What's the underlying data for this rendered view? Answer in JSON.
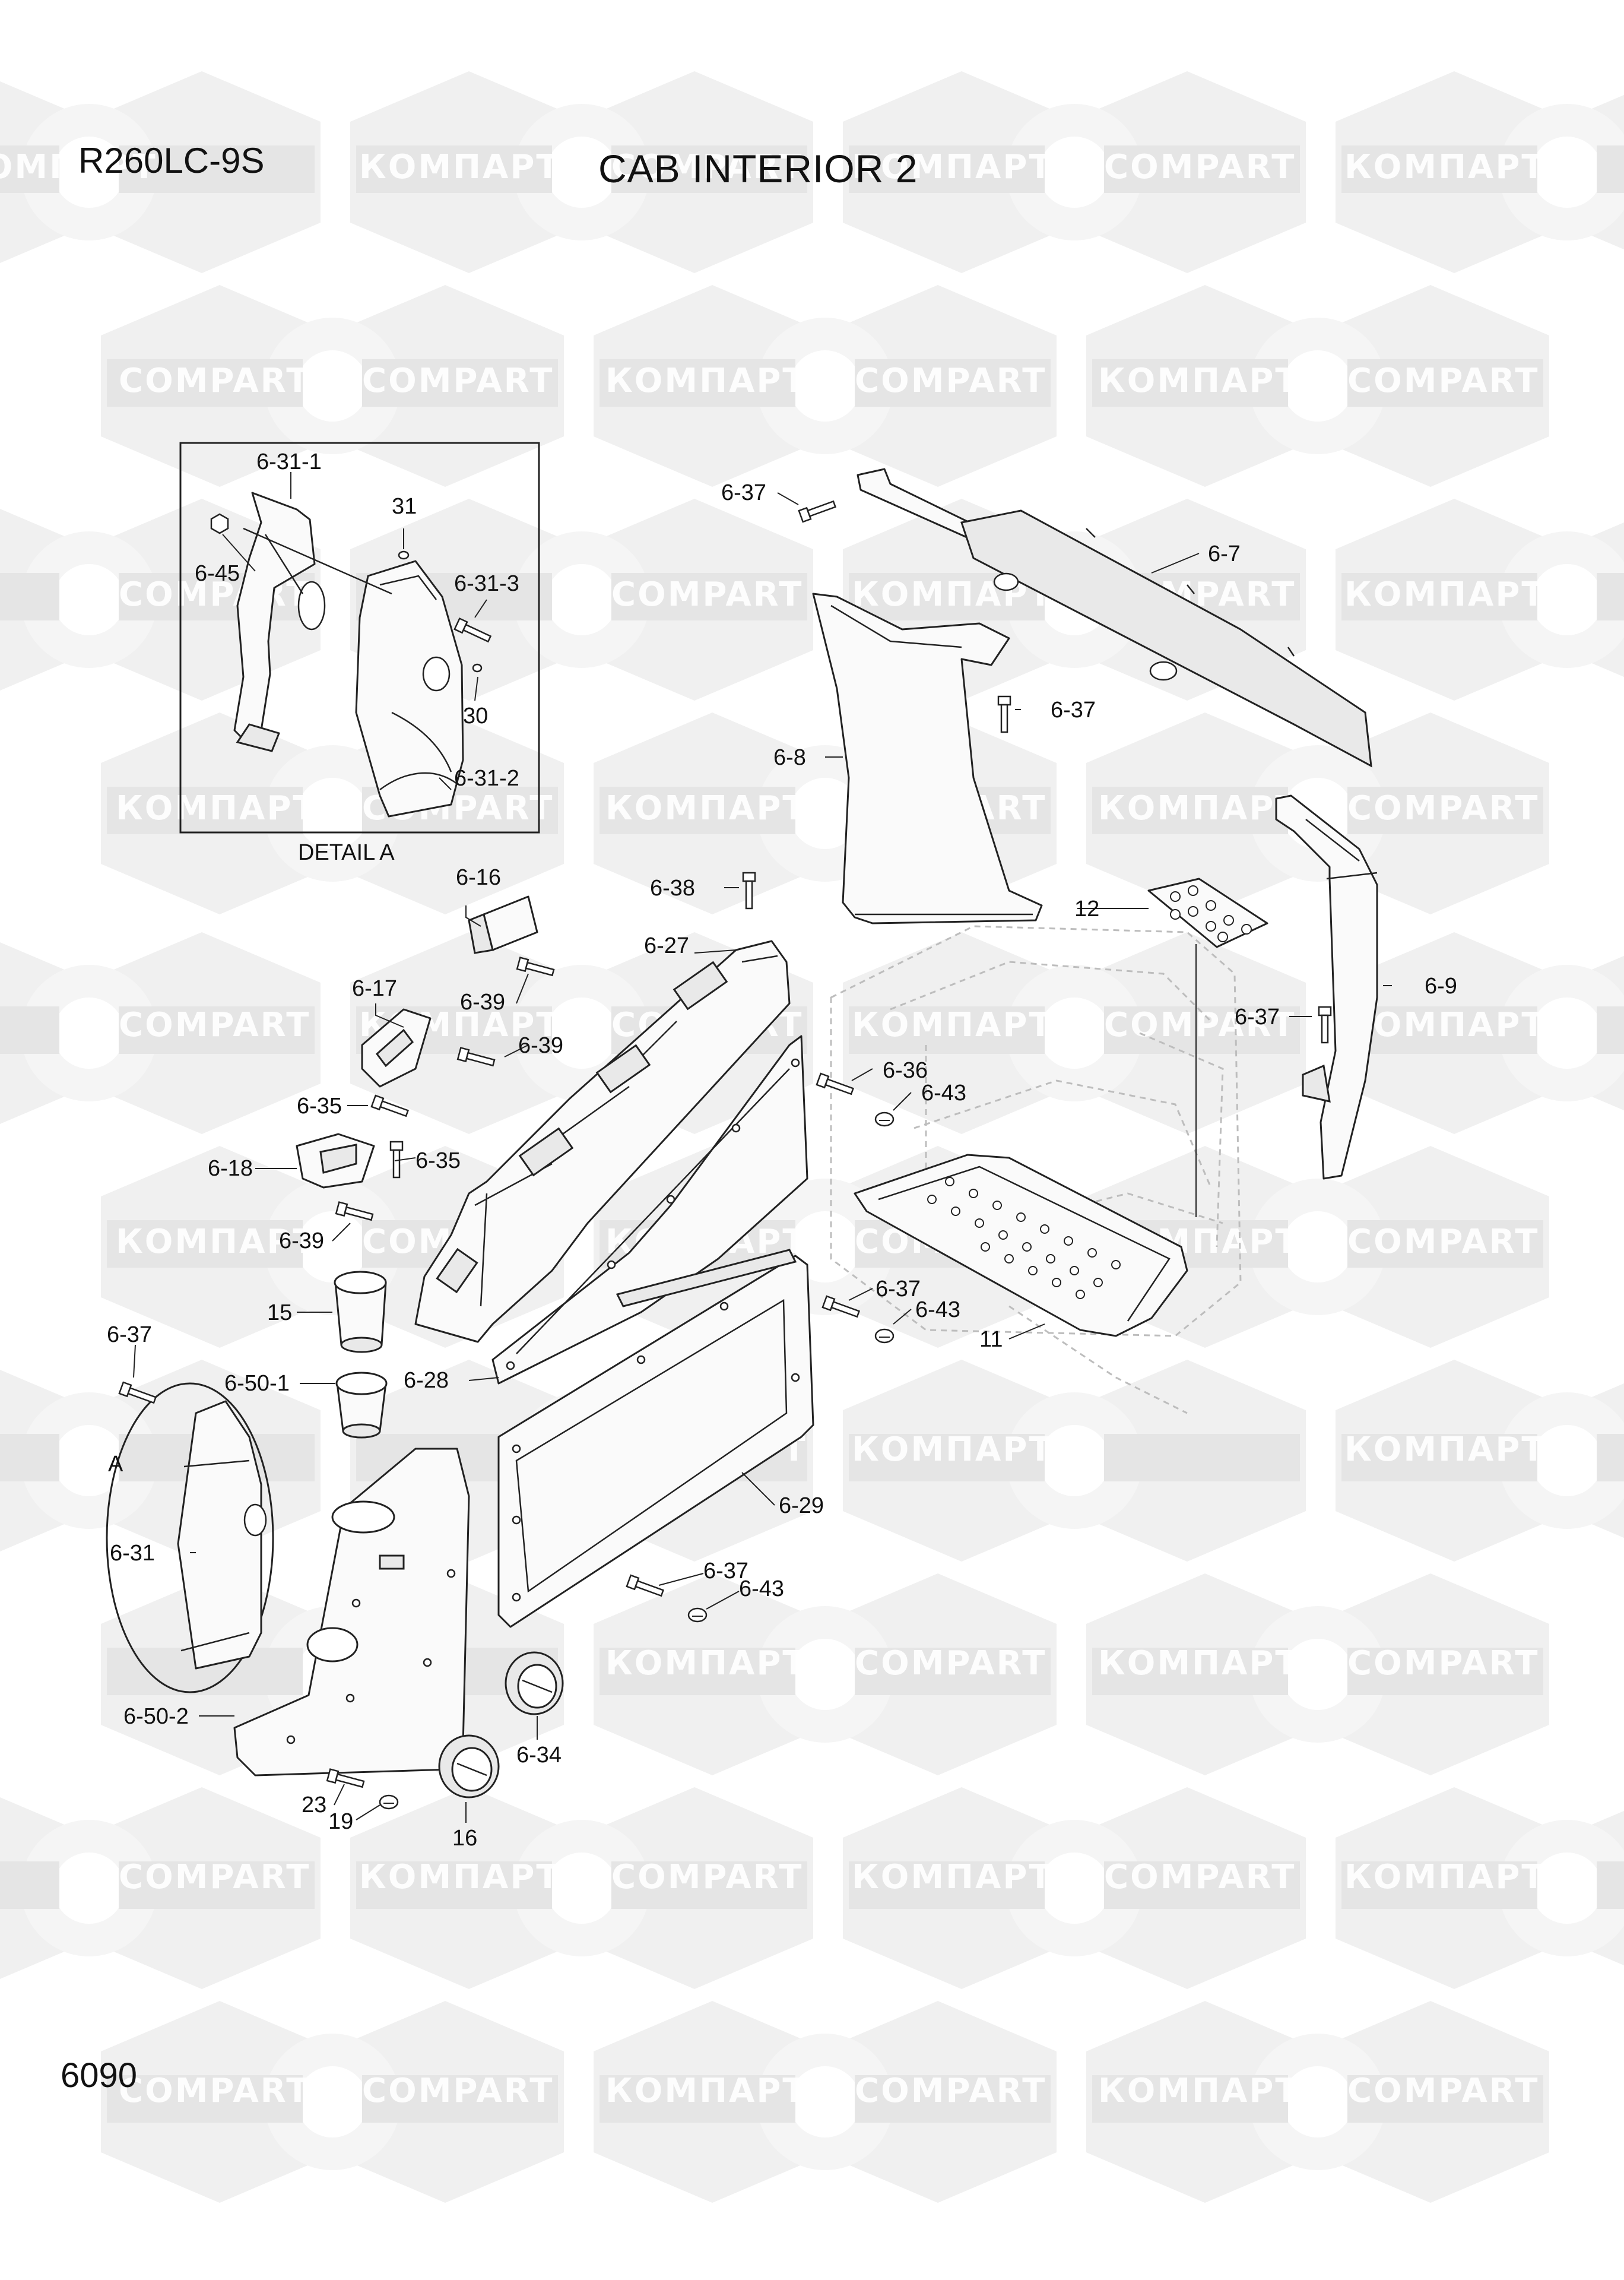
{
  "header": {
    "model": "R260LC-9S",
    "title": "CAB INTERIOR 2",
    "page_number": "6090"
  },
  "watermark": {
    "ru": "КОМПАРТ",
    "en": "COMPART"
  },
  "detail": {
    "caption": "DETAIL A",
    "callout": "A"
  },
  "labels": {
    "p6_31_1": "6-31-1",
    "p31": "31",
    "p6_45": "6-45",
    "p6_31_3": "6-31-3",
    "p30": "30",
    "p6_31_2": "6-31-2",
    "p6_37_a": "6-37",
    "p6_7": "6-7",
    "p6_37_b": "6-37",
    "p6_8": "6-8",
    "p6_38": "6-38",
    "p6_16": "6-16",
    "p6_27": "6-27",
    "p12": "12",
    "p6_17": "6-17",
    "p6_39_a": "6-39",
    "p6_39_b": "6-39",
    "p6_9": "6-9",
    "p6_37_c": "6-37",
    "p6_35_a": "6-35",
    "p6_36": "6-36",
    "p6_43_a": "6-43",
    "p6_18": "6-18",
    "p6_35_b": "6-35",
    "p6_39_c": "6-39",
    "p6_37_d": "6-37",
    "p6_43_b": "6-43",
    "p15": "15",
    "p11": "11",
    "p6_37_e": "6-37",
    "p6_50_1": "6-50-1",
    "p6_28": "6-28",
    "p6_29": "6-29",
    "p6_31": "6-31",
    "p6_37_f": "6-37",
    "p6_43_c": "6-43",
    "p6_50_2": "6-50-2",
    "p6_34": "6-34",
    "p23": "23",
    "p19": "19",
    "p16": "16"
  }
}
